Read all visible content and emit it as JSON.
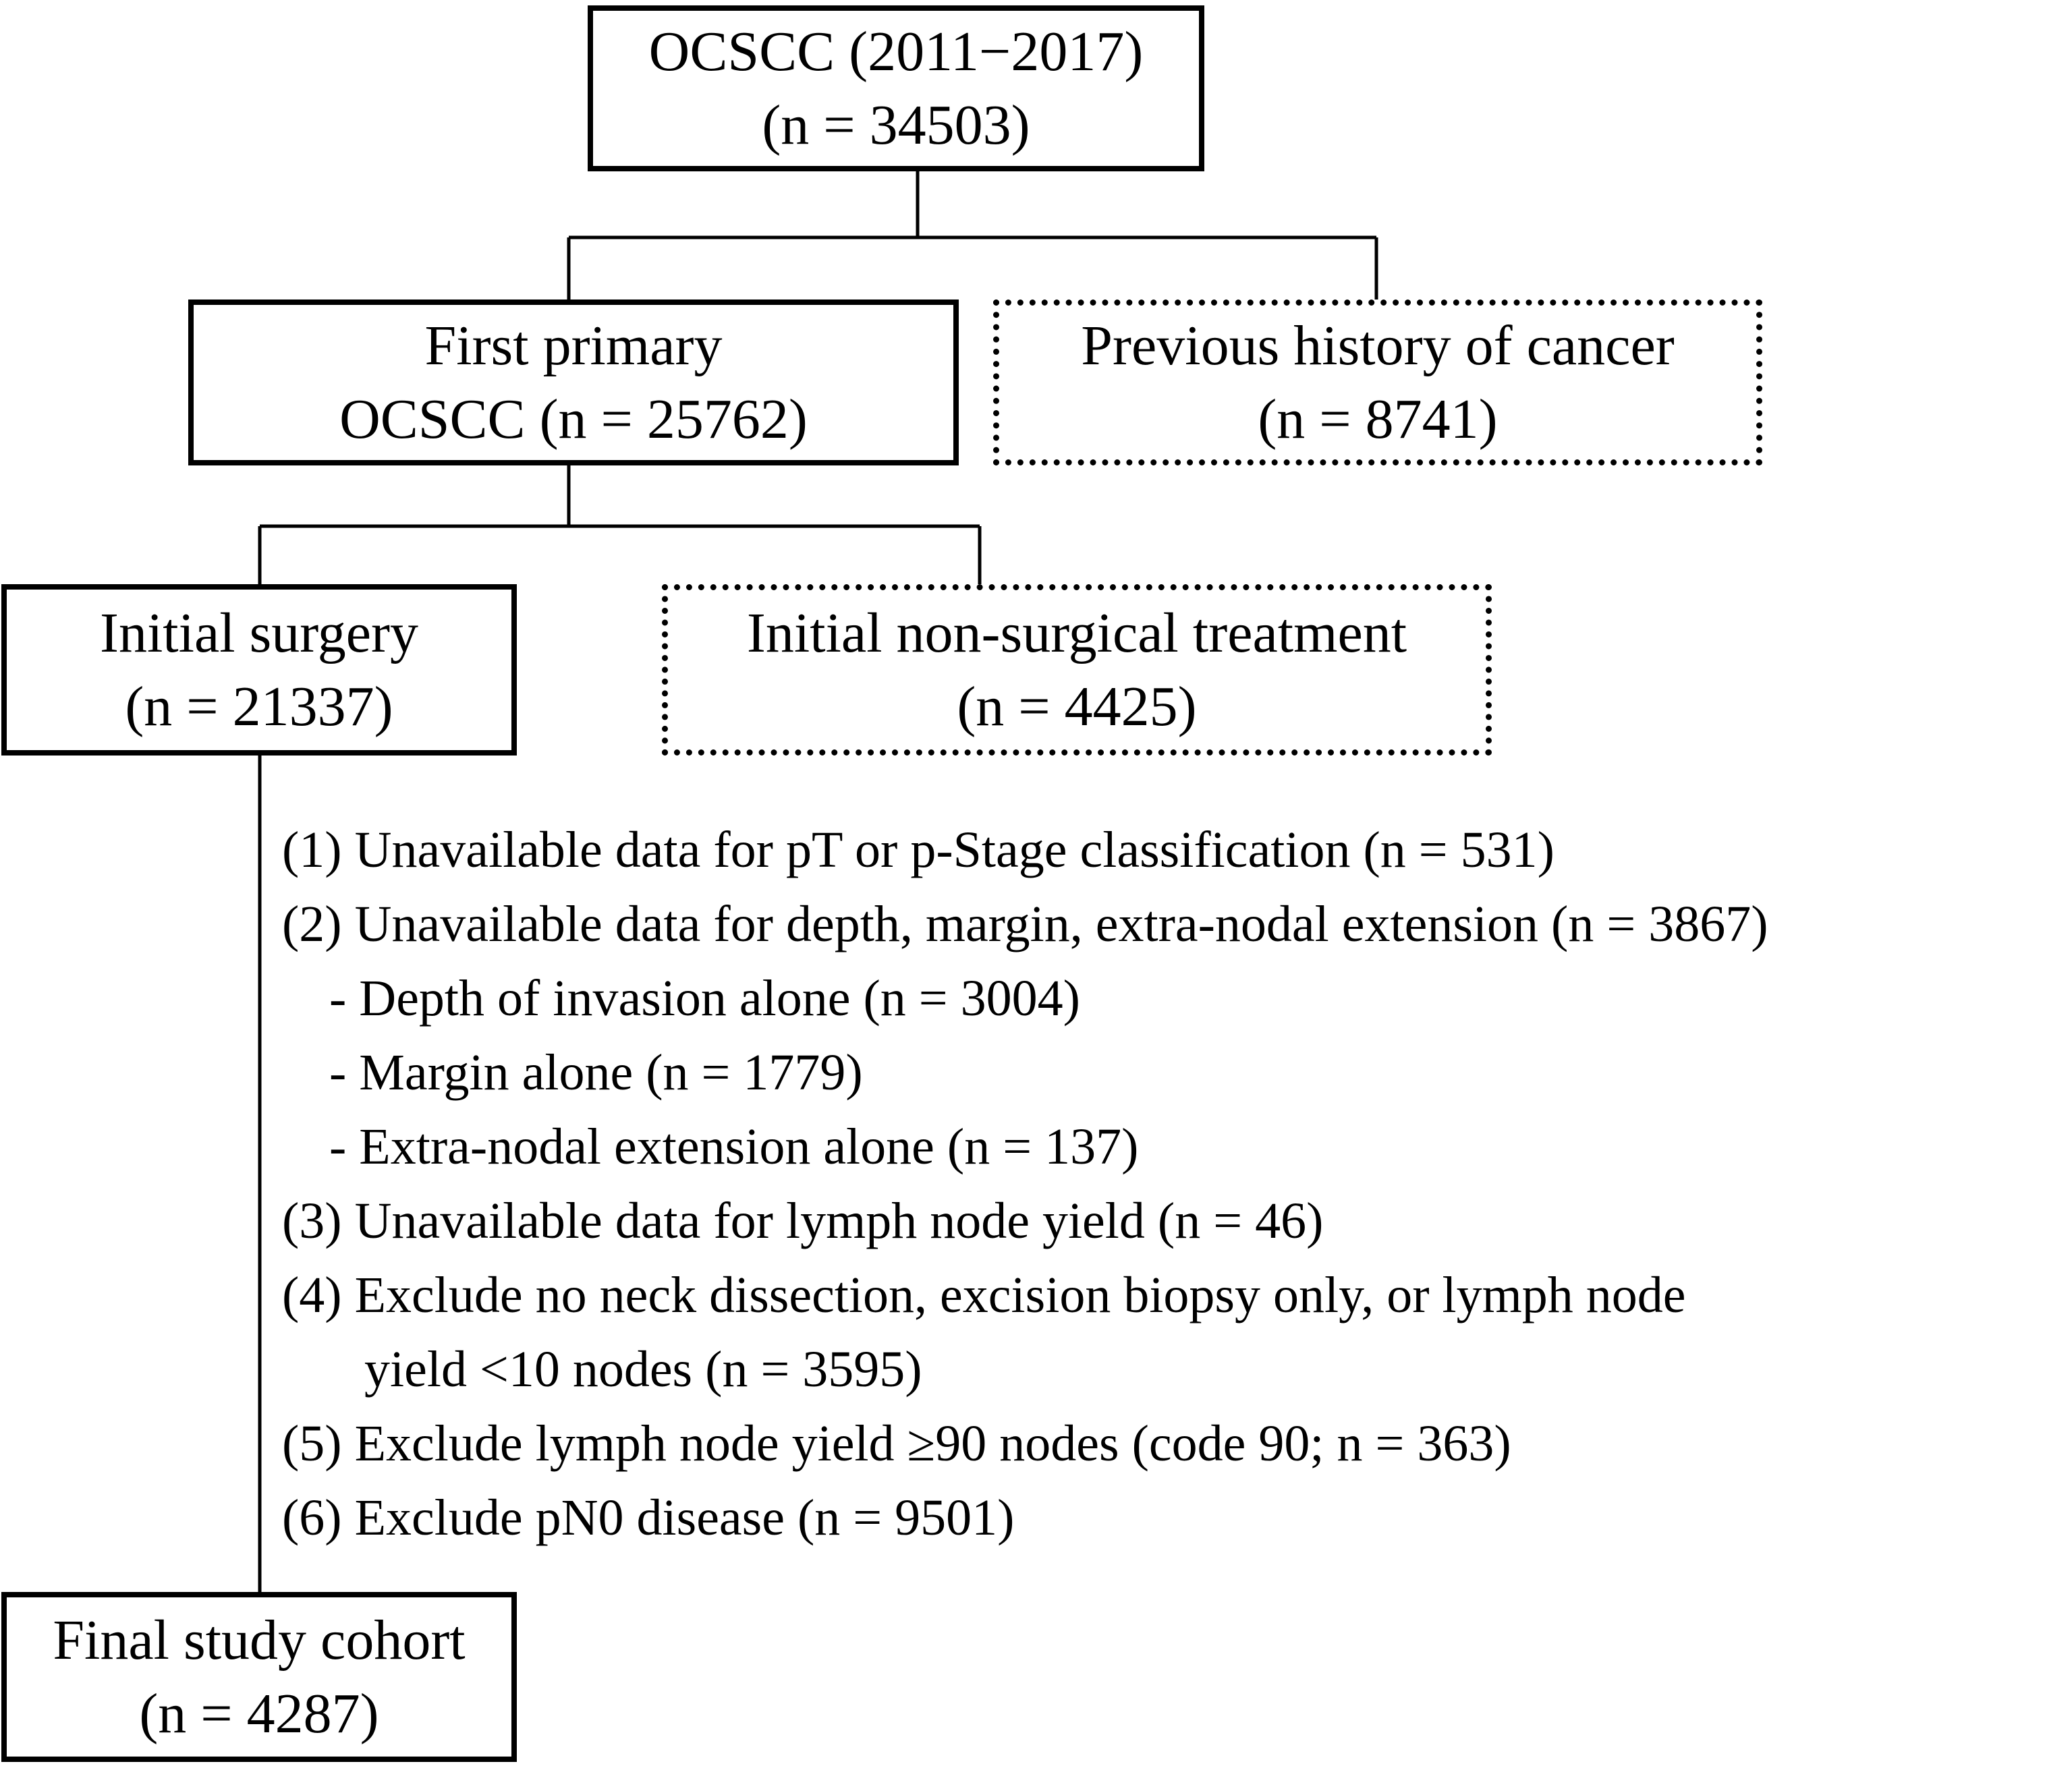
{
  "root": {
    "line1": "OCSCC (2011−2017)",
    "line2": "(n = 34503)"
  },
  "first_primary": {
    "line1": "First primary",
    "line2": "OCSCC (n = 25762)"
  },
  "previous_history": {
    "line1": "Previous history of cancer",
    "line2": "(n = 8741)"
  },
  "initial_surgery": {
    "line1": "Initial surgery",
    "line2": "(n = 21337)"
  },
  "initial_nonsurgical": {
    "line1": "Initial non-surgical treatment",
    "line2": "(n = 4425)"
  },
  "exclusions": [
    "(1) Unavailable data for pT or p-Stage classification (n = 531)",
    "(2) Unavailable data for depth, margin, extra-nodal extension (n = 3867)",
    "- Depth of invasion alone (n = 3004)",
    "- Margin alone (n = 1779)",
    "- Extra-nodal extension alone (n = 137)",
    "(3) Unavailable data for lymph node yield (n = 46)",
    "(4) Exclude no neck dissection, excision biopsy only, or lymph node",
    "yield <10 nodes (n = 3595)",
    "(5) Exclude lymph node yield ≥90 nodes (code 90; n = 363)",
    "(6) Exclude pN0 disease (n = 9501)"
  ],
  "final_cohort": {
    "line1": "Final study cohort",
    "line2": "(n = 4287)"
  }
}
